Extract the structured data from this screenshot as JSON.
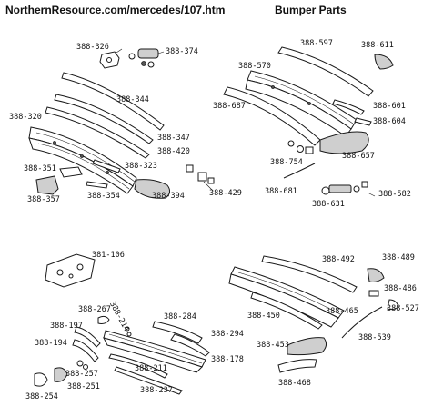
{
  "header": {
    "site": "NorthernResource.com/mercedes/107.htm",
    "title": "Bumper Parts"
  },
  "front_bumper": {
    "labels": {
      "p326": "388-326",
      "p374": "388-374",
      "p344": "388-344",
      "p320": "388-320",
      "p347": "388-347",
      "p420": "388-420",
      "p323": "388-323",
      "p351": "388-351",
      "p357": "388-357",
      "p354": "388-354",
      "p394": "388-394",
      "p429": "388-429"
    }
  },
  "rear_bumper": {
    "labels": {
      "p597": "388-597",
      "p611": "388-611",
      "p570": "388-570",
      "p687": "388-687",
      "p601": "388-601",
      "p604": "388-604",
      "p754": "388-754",
      "p657": "388-657",
      "p681": "388-681",
      "p582": "388-582",
      "p631": "388-631"
    }
  },
  "us_front_bumper": {
    "labels": {
      "p106": "381-106",
      "p267": "388-267",
      "p214": "388-214",
      "p284": "388-284",
      "p197": "388-197",
      "p294": "388-294",
      "p194": "388-194",
      "p178": "388-178",
      "p257": "388-257",
      "p211": "388-211",
      "p251": "388-251",
      "p254": "388-254",
      "p237": "388-237"
    }
  },
  "us_rear_bumper": {
    "labels": {
      "p492": "388-492",
      "p489": "388-489",
      "p486": "388-486",
      "p450": "388-450",
      "p465": "388-465",
      "p527": "388-527",
      "p539": "388-539",
      "p453": "388-453",
      "p468": "388-468"
    }
  }
}
